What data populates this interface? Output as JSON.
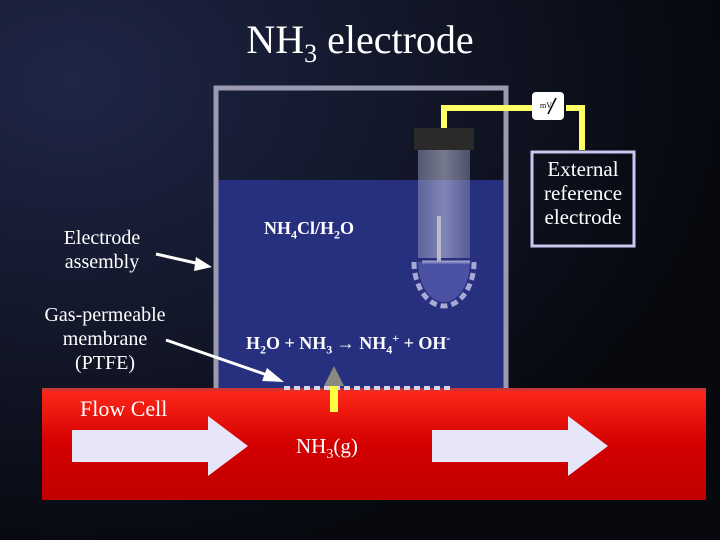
{
  "title": {
    "main": "NH",
    "sub": "3",
    "rest": " electrode"
  },
  "labels": {
    "electrode_assembly": [
      "Electrode",
      "assembly"
    ],
    "membrane": [
      "Gas-permeable",
      "membrane",
      "(PTFE)"
    ],
    "flow_cell": "Flow Cell",
    "reference": [
      "External",
      "reference",
      "electrode"
    ],
    "meter": "mV"
  },
  "solution": {
    "a": "NH",
    "b": "4",
    "c": "Cl/H",
    "d": "2",
    "e": "O"
  },
  "reaction": {
    "a": "H",
    "b": "2",
    "c": "O + NH",
    "d": "3",
    "arrow": "→",
    "e": " NH",
    "f": "4",
    "g": "+",
    "h": " + OH",
    "i": "-"
  },
  "gas": {
    "a": "NH",
    "b": "3",
    "c": "(g)"
  },
  "colors": {
    "solution": "#26307e",
    "flow": "#dd0000",
    "wire": "#ffff66",
    "arrow_fill": "#e6e6f8"
  }
}
